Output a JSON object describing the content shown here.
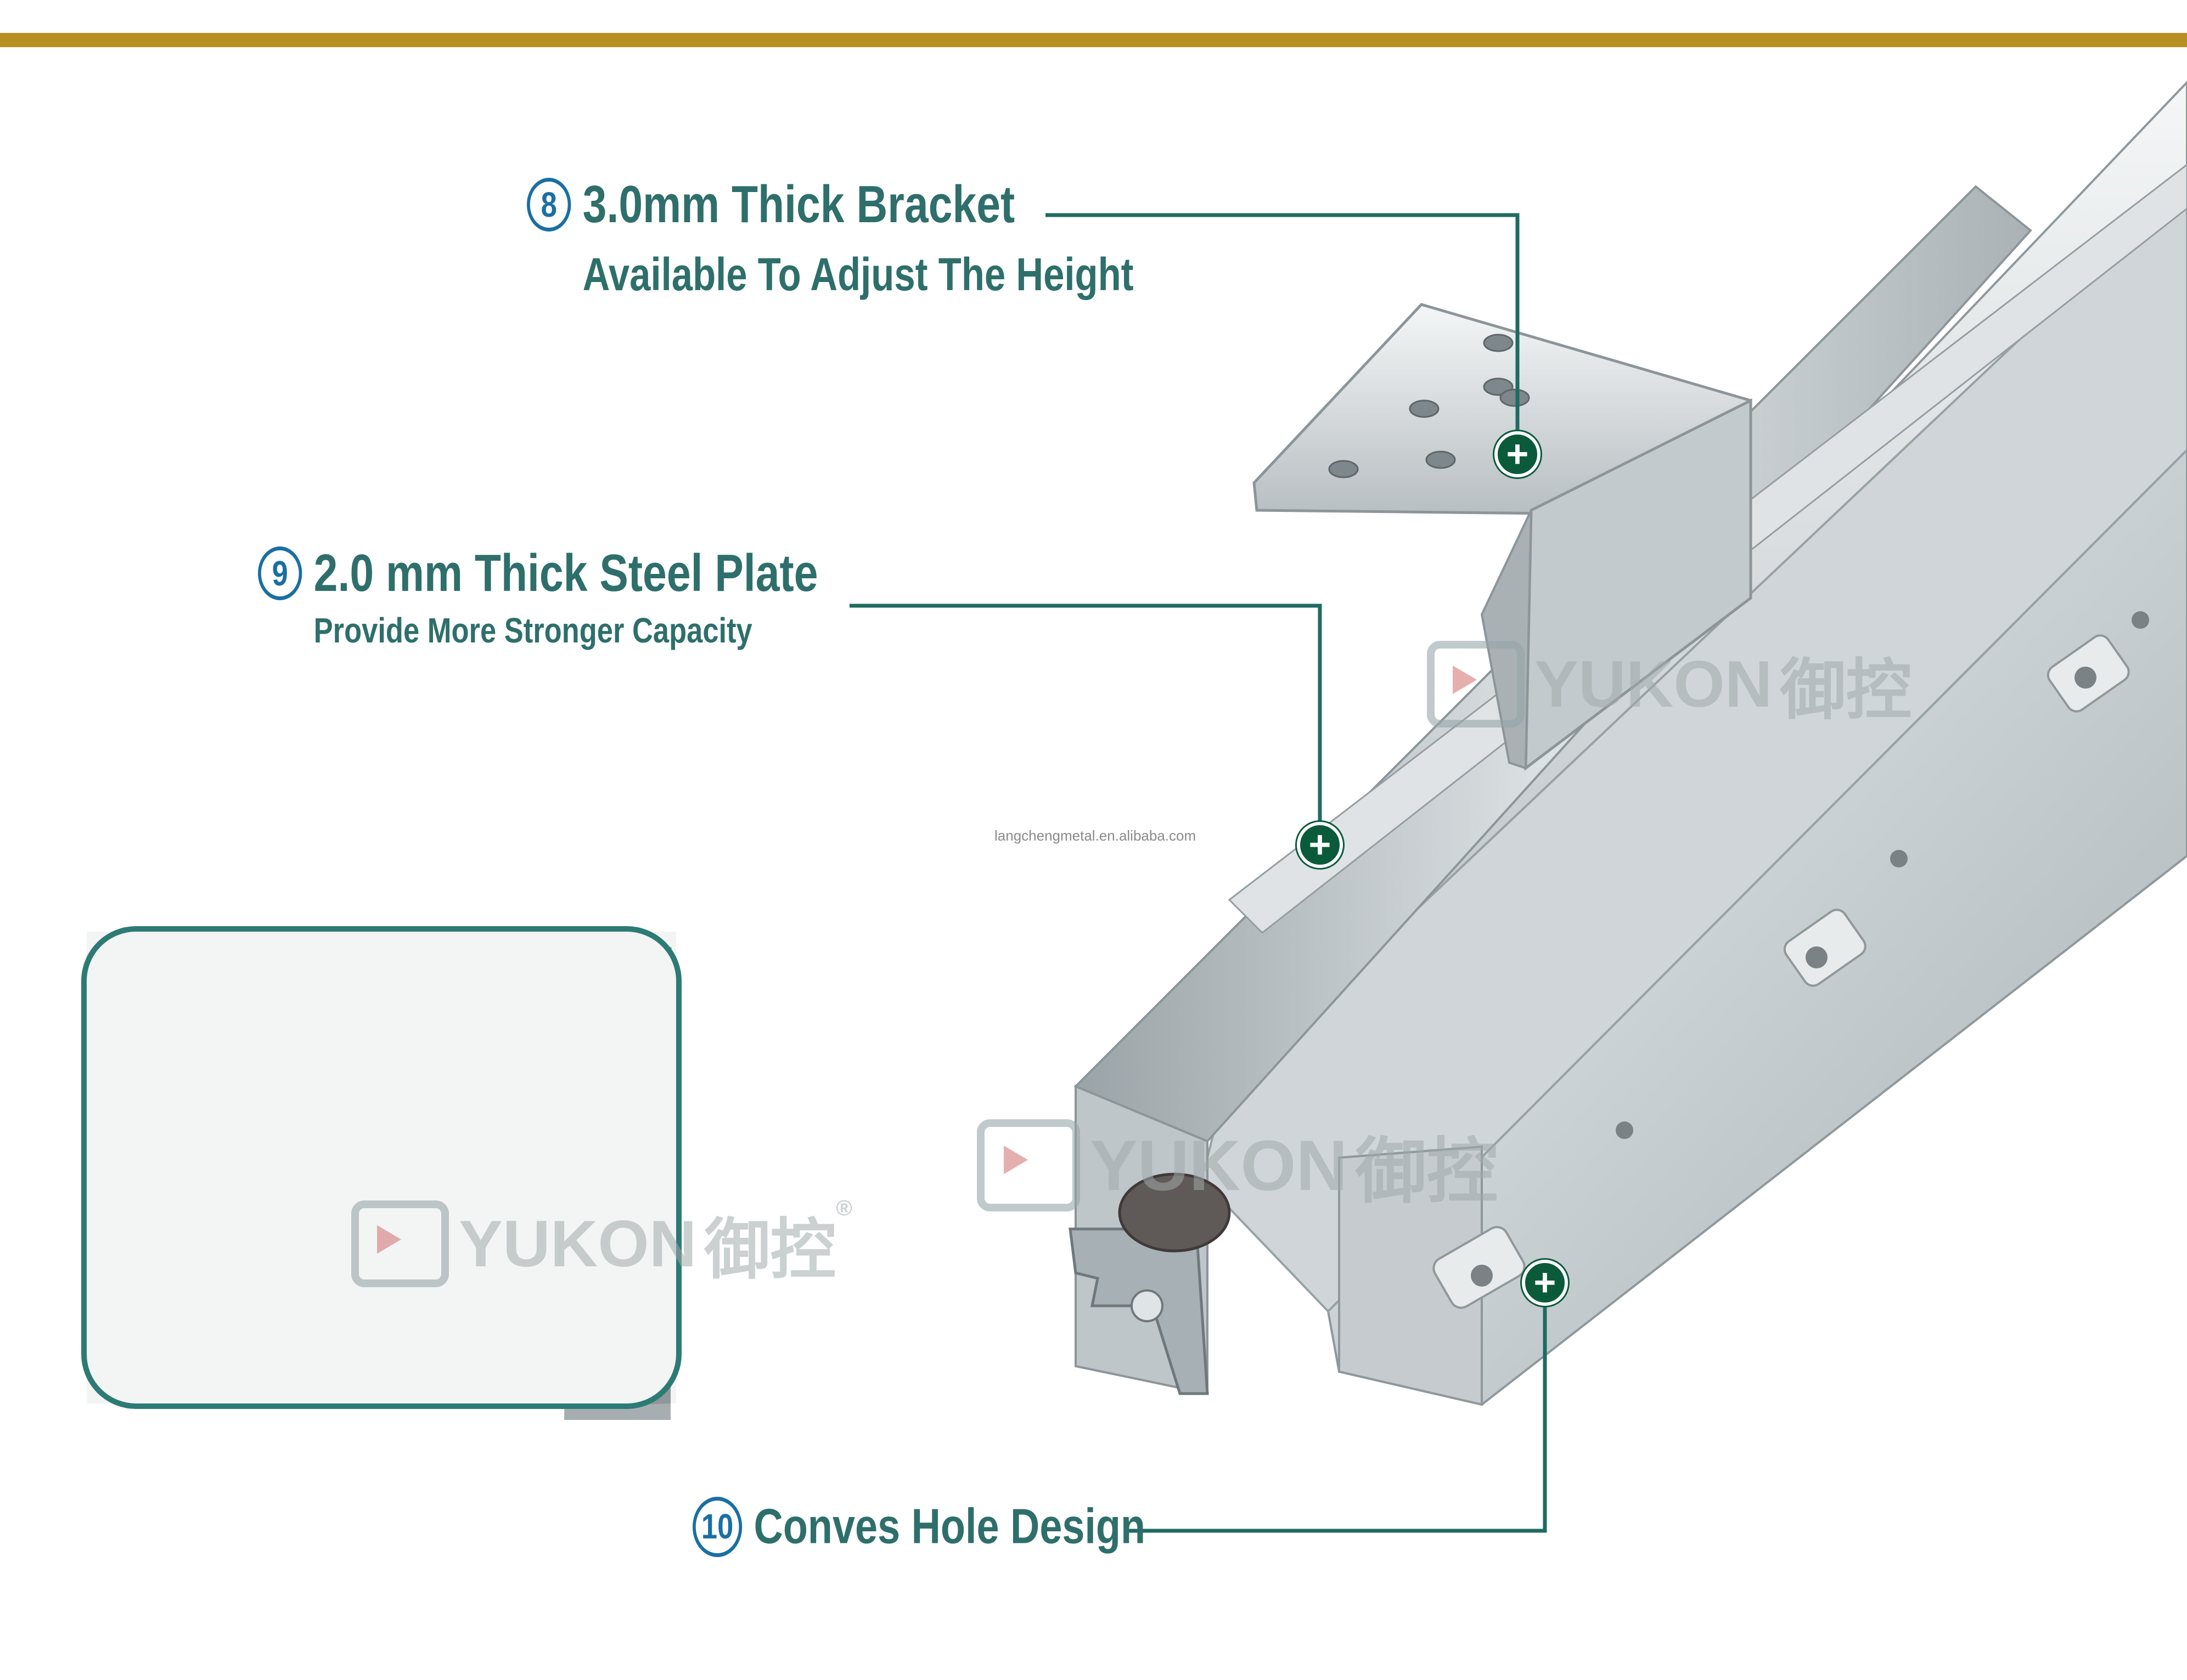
{
  "colors": {
    "top_bar": "#b88f22",
    "callout_text": "#2e6f6b",
    "number_badge": "#1a6fa3",
    "leader_line": "#1f6b62",
    "marker": "#0b5b3b",
    "inset_border": "#2c7b74"
  },
  "callouts": [
    {
      "number": "8",
      "title": "3.0mm Thick Bracket",
      "subtitle": "Available To Adjust The Height"
    },
    {
      "number": "9",
      "title": "2.0 mm Thick Steel Plate",
      "subtitle": "Provide More Stronger Capacity"
    },
    {
      "number": "10",
      "title": "Conves Hole Design"
    }
  ],
  "markers": [
    {
      "icon": "plus-icon",
      "symbol": "+"
    },
    {
      "icon": "plus-icon",
      "symbol": "+"
    },
    {
      "icon": "plus-icon",
      "symbol": "+"
    }
  ],
  "watermark": {
    "brand": "YUKON",
    "chinese": "御控",
    "registered": "®"
  },
  "source_url": "langchengmetal.en.alibaba.com"
}
